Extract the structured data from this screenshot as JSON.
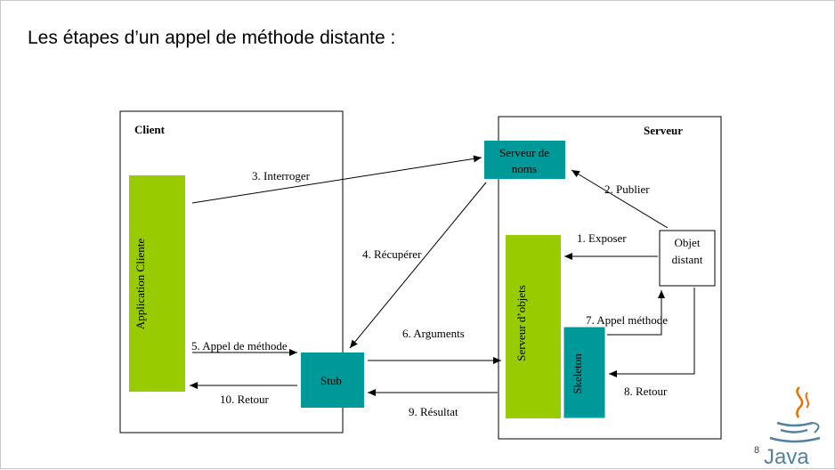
{
  "slide": {
    "title": "Les étapes d’un appel de méthode distante :",
    "page_number": "8"
  },
  "colors": {
    "green": "#99cc00",
    "teal": "#009999"
  },
  "diagram": {
    "client_label": "Client",
    "serveur_label": "Serveur",
    "application_cliente": "Application Cliente",
    "serveur_de_noms_line1": "Serveur de",
    "serveur_de_noms_line2": "noms",
    "objet_distant_line1": "Objet",
    "objet_distant_line2": "distant",
    "serveur_objets": "Serveur d’objets",
    "skeleton": "Skeleton",
    "stub": "Stub",
    "steps": {
      "s1": "1. Exposer",
      "s2": "2. Publier",
      "s3": "3. Interroger",
      "s4": "4. Récupérer",
      "s5": "5.  Appel de méthode",
      "s6": "6. Arguments",
      "s7": "7. Appel méthode",
      "s8": "8. Retour",
      "s9": "9. Résultat",
      "s10": "10. Retour"
    }
  },
  "logo": {
    "text": "Java"
  }
}
